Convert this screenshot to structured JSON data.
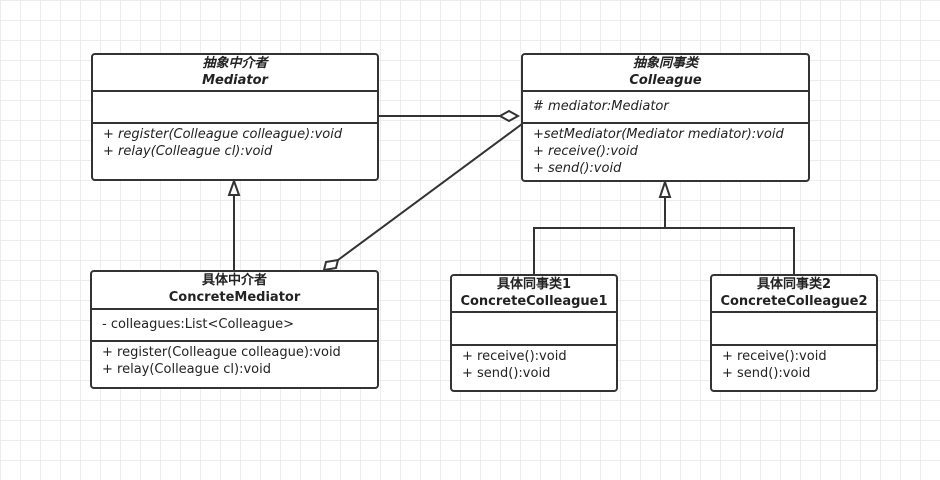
{
  "mediator": {
    "stereotype": "抽象中介者",
    "name": "Mediator",
    "attributes": [],
    "operations": [
      "+ register(Colleague colleague):void",
      "+ relay(Colleague cl):void"
    ]
  },
  "colleague": {
    "stereotype": "抽象同事类",
    "name": "Colleague",
    "attributes": [
      "# mediator:Mediator"
    ],
    "operations": [
      "+setMediator(Mediator mediator):void",
      "+ receive():void",
      "+ send():void"
    ]
  },
  "concrete_mediator": {
    "stereotype": "具体中介者",
    "name": "ConcreteMediator",
    "attributes": [
      "- colleagues:List<Colleague>"
    ],
    "operations": [
      "+ register(Colleague colleague):void",
      "+ relay(Colleague cl):void"
    ]
  },
  "concrete_colleague1": {
    "stereotype": "具体同事类1",
    "name": "ConcreteColleague1",
    "attributes": [],
    "operations": [
      "+ receive():void",
      "+ send():void"
    ]
  },
  "concrete_colleague2": {
    "stereotype": "具体同事类2",
    "name": "ConcreteColleague2",
    "attributes": [],
    "operations": [
      "+ receive():void",
      "+ send():void"
    ]
  },
  "relations": [
    {
      "type": "aggregation",
      "from": "colleague",
      "to": "mediator"
    },
    {
      "type": "aggregation",
      "from": "concrete_mediator",
      "to": "colleague"
    },
    {
      "type": "generalization",
      "from": "concrete_mediator",
      "to": "mediator"
    },
    {
      "type": "generalization",
      "from": "concrete_colleague1",
      "to": "colleague"
    },
    {
      "type": "generalization",
      "from": "concrete_colleague2",
      "to": "colleague"
    }
  ]
}
